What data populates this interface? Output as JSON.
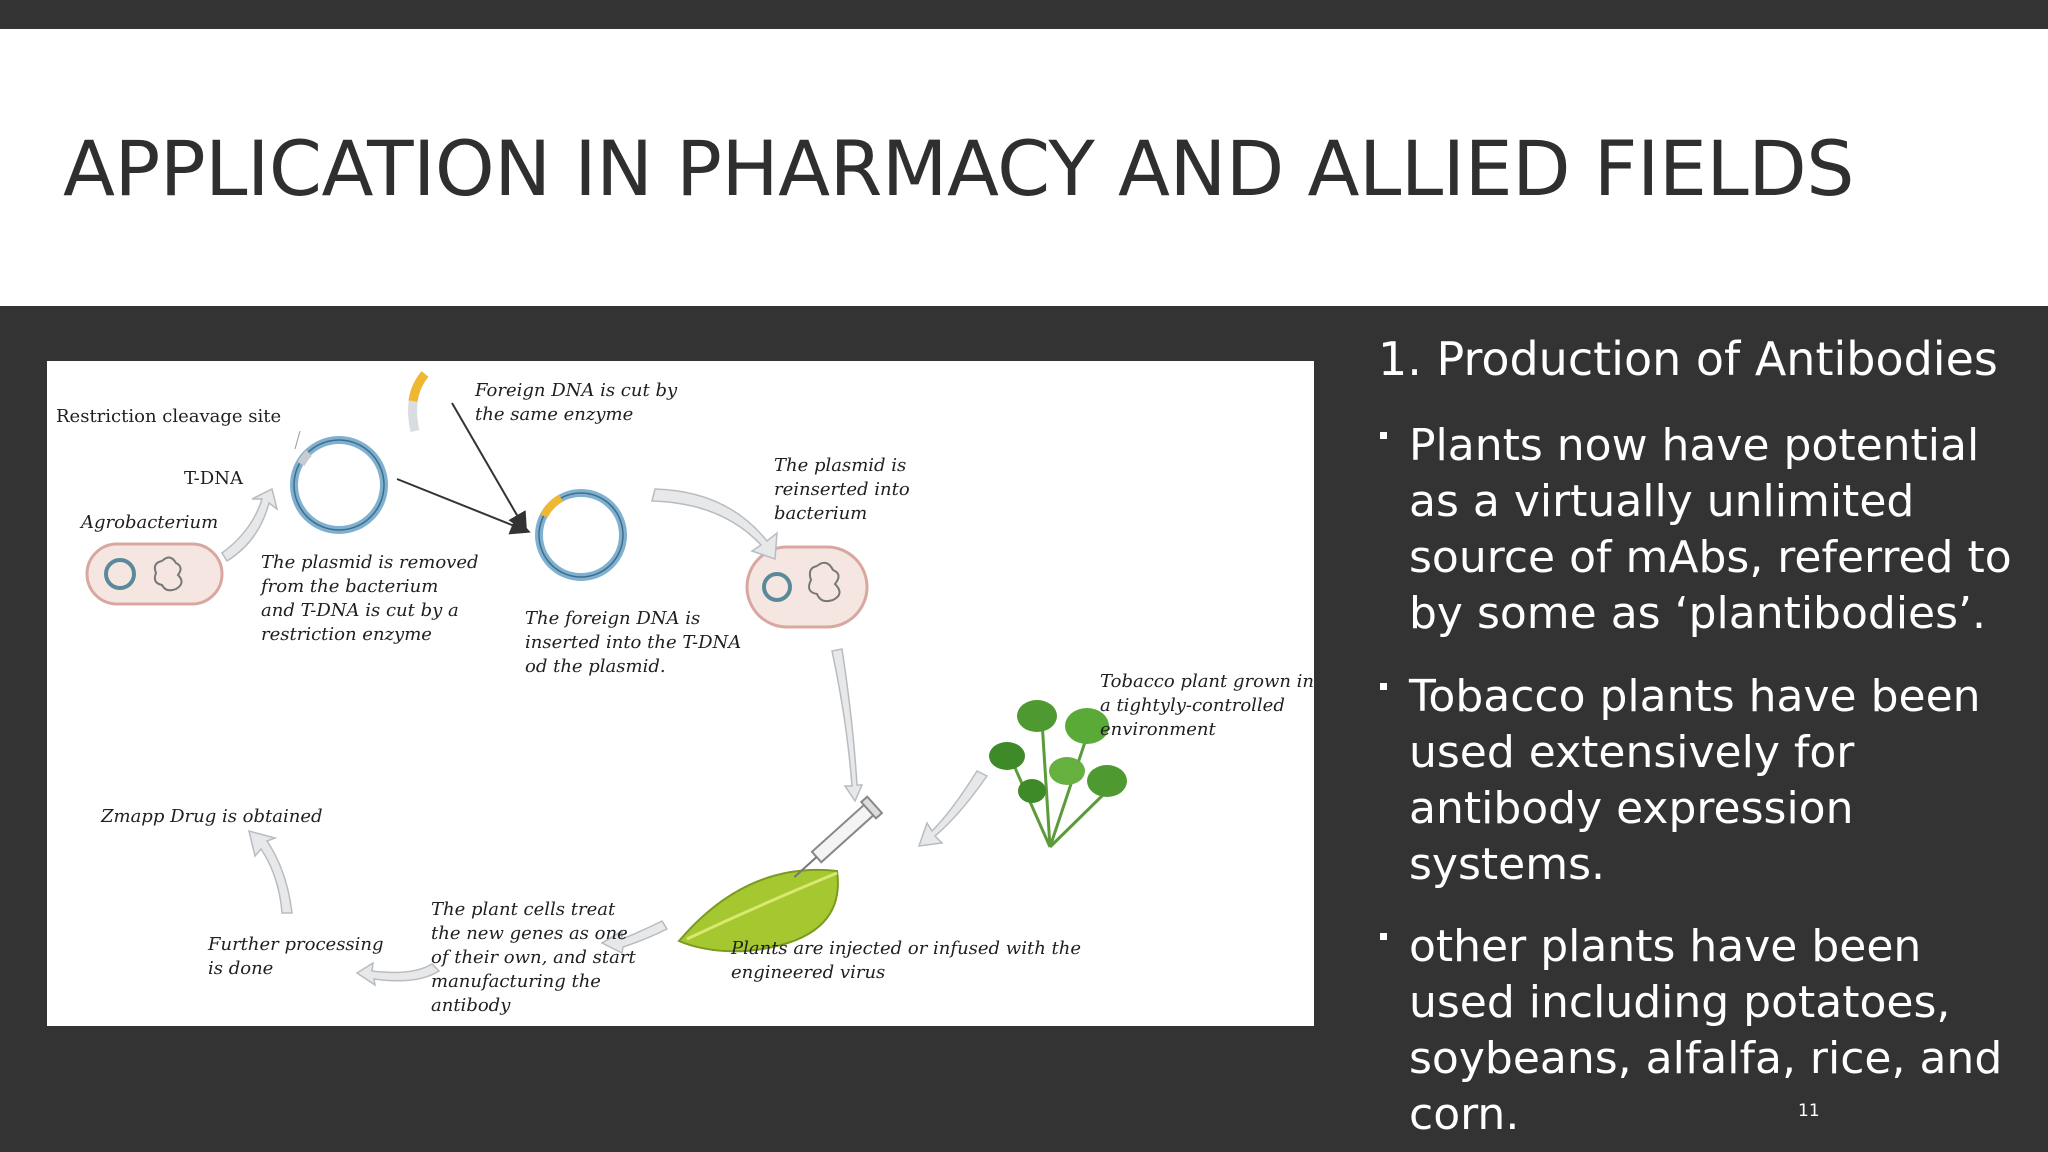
{
  "slide": {
    "title": "APPLICATION IN PHARMACY AND ALLIED FIELDS",
    "page_number": "11"
  },
  "figure": {
    "labels": {
      "restriction": "Restriction cleavage site",
      "tdna": "T-DNA",
      "agro": "Agrobacterium",
      "removed": [
        "The plasmid is removed",
        "from the bacterium",
        "and T-DNA is cut by a",
        "restriction enzyme"
      ],
      "foreign_cut": [
        "Foreign DNA is cut by",
        "the same enzyme"
      ],
      "inserted": [
        "The foreign DNA is",
        "inserted into the T-DNA",
        "od the plasmid."
      ],
      "reinserted": [
        "The plasmid is",
        "reinserted into",
        "bacterium"
      ],
      "tobacco": [
        "Tobacco plant grown in",
        "a tightyly-controlled",
        "environment"
      ],
      "injected": [
        "Plants are injected or infused with the",
        "engineered virus"
      ],
      "treat": [
        "The plant cells treat",
        "the new genes as one",
        "of their own, and start",
        "manufacturing the",
        "antibody"
      ],
      "further": [
        "Further processing",
        "is done"
      ],
      "zmapp": "Zmapp Drug is obtained"
    }
  },
  "content": {
    "heading": "1. Production of Antibodies",
    "bullets": [
      "Plants now have potential as a virtually unlimited source of mAbs, referred to by some as ‘plantibodies’.",
      "Tobacco plants have been used extensively for antibody expression systems.",
      "other plants have been used including potatoes, soybeans, alfalfa, rice, and corn."
    ]
  }
}
